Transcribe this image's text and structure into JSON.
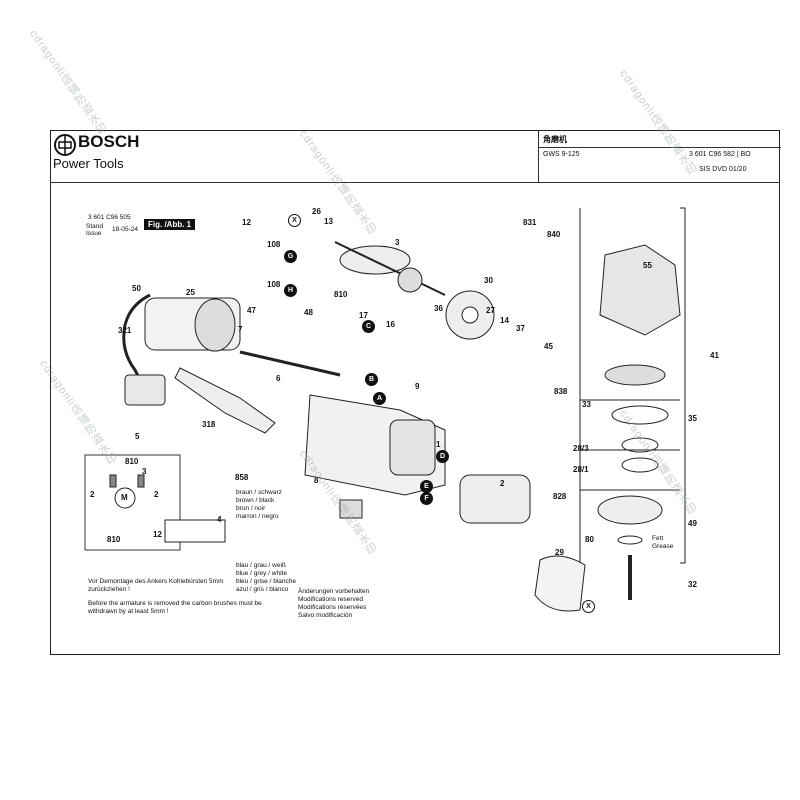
{
  "header": {
    "brand": "BOSCH",
    "subbrand": "Power Tools",
    "title_cn": "角磨机",
    "model": "GWS 9-125",
    "part_no": "3 601 C96 582 | BO",
    "sis": "SIS DVD 01/20"
  },
  "doc_info": {
    "ref": "3 601 C96 505",
    "stand_label": "Stand",
    "issue_label": "Issue",
    "date": "18-05-24",
    "fig": "Fig. /Abb. 1"
  },
  "parts": [
    "12",
    "108",
    "108",
    "26",
    "13",
    "3",
    "36",
    "30",
    "27",
    "14",
    "37",
    "45",
    "838",
    "41",
    "55",
    "831",
    "840",
    "50",
    "25",
    "321",
    "5",
    "47",
    "7",
    "6",
    "48",
    "810",
    "17",
    "16",
    "318",
    "858",
    "9",
    "1",
    "2",
    "8",
    "29",
    "80",
    "32",
    "33",
    "35",
    "28/3",
    "28/1",
    "828",
    "49"
  ],
  "callout_letters": [
    "X",
    "G",
    "H",
    "A",
    "B",
    "C",
    "D",
    "E",
    "F"
  ],
  "wiring": {
    "labels": [
      "810",
      "3",
      "2",
      "M",
      "2",
      "810",
      "G",
      "E",
      "4",
      "12",
      "A",
      "F",
      "C",
      "D",
      "H",
      "B"
    ],
    "colors": [
      "braun / schwarz",
      "brown / black",
      "brun / noir",
      "marron / negro",
      "blau / grau / weiß",
      "blue / grey / white",
      "bleu / grise / blanche",
      "azul / gris / blanco"
    ]
  },
  "notes": {
    "de": "Vor Demontage des Ankers Kohlebürsten 5mm zurückziehen !",
    "en": "Before the armature is removed the carbon brushes must be withdrawn by at least 5mm !",
    "rights": [
      "Änderungen vorbehalten",
      "Modifications reserved",
      "Modifications réservées",
      "Salvo modificación"
    ]
  },
  "grease": {
    "de": "Fett",
    "en": "Grease"
  },
  "watermark": "cdragonli店铺防盗水印"
}
